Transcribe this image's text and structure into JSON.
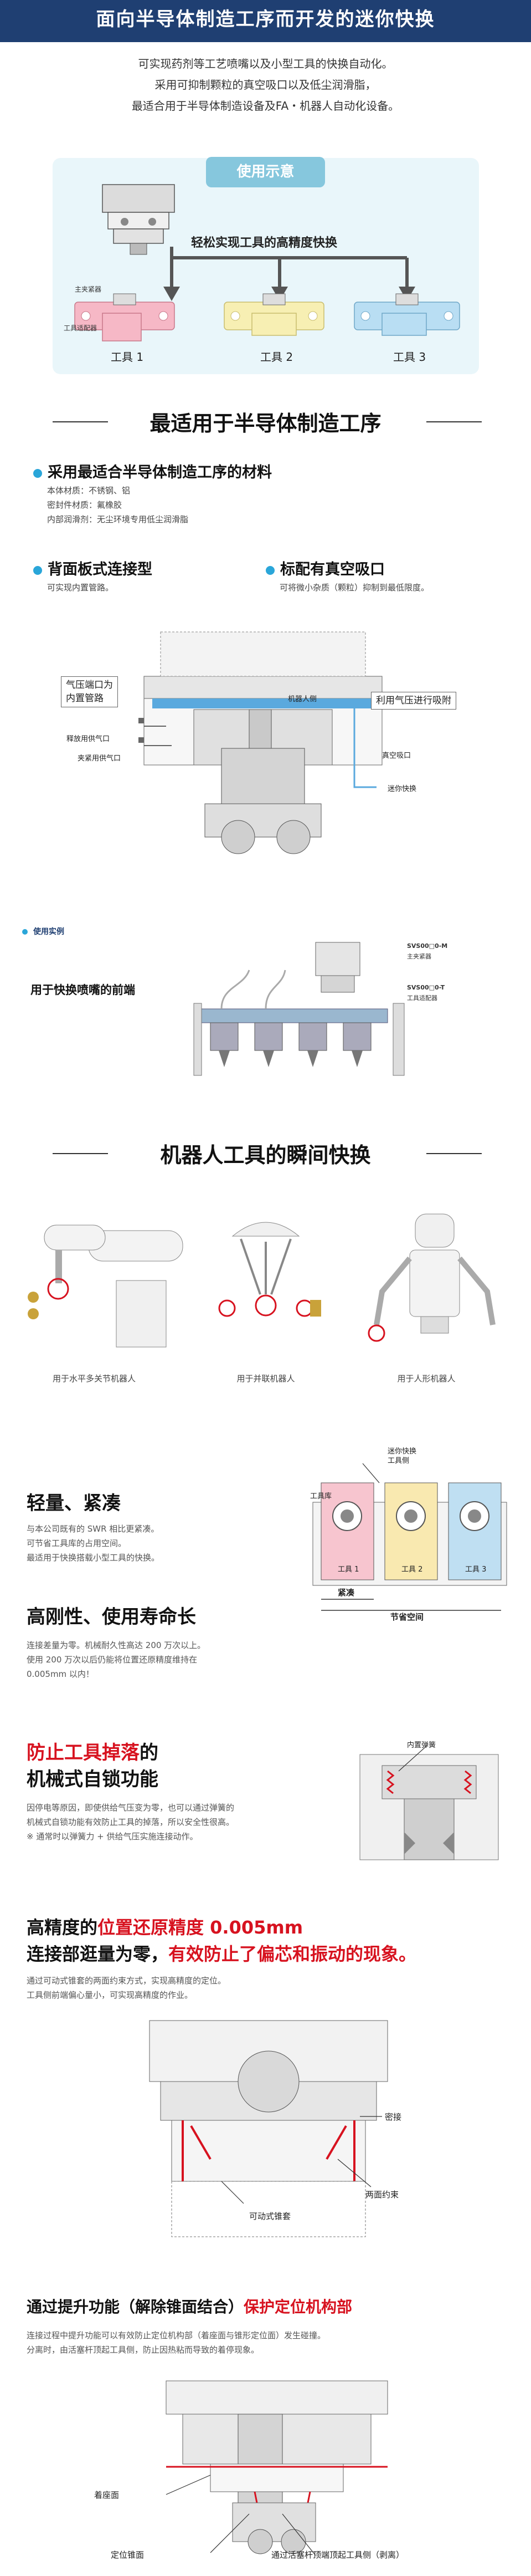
{
  "header": {
    "title": "面向半导体制造工序而开发的迷你快换"
  },
  "intro": {
    "lines": [
      "可实现药剂等工艺喷嘴以及小型工具的快换自动化。",
      "采用可抑制颗粒的真空吸口以及低尘润滑脂，",
      "最适合用于半导体制造设备及FA・机器人自动化设备。"
    ]
  },
  "demo": {
    "tab": "使用示意",
    "arrow_text": "轻松实现工具的高精度快换",
    "master_label": "主夹紧器",
    "tool_adapter_label": "工具适配器",
    "tools": [
      "工具 1",
      "工具 2",
      "工具 3"
    ],
    "tool_colors": [
      "#f6b8c6",
      "#f7efb3",
      "#b9def3"
    ]
  },
  "section1": {
    "title": "最适用于半导体制造工序",
    "materials": {
      "heading": "采用最适合半导体制造工序的材料",
      "lines": [
        "本体材质：不锈钢、铝",
        "密封件材质：氟橡胶",
        "内部润滑剂：无尘环境专用低尘润滑脂"
      ]
    },
    "back_plate": {
      "heading": "背面板式连接型",
      "desc": "可实现内置管路。"
    },
    "vacuum": {
      "heading": "标配有真空吸口",
      "desc": "可将微小杂质（颗粒）抑制到最低限度。"
    },
    "diagram": {
      "callout_left": [
        "气压端口为",
        "内置管路"
      ],
      "callout_right": "利用气压进行吸附",
      "robot_side": "机器人侧",
      "release_air": "释放用供气口",
      "clamp_air": "夹紧用供气口",
      "vacuum_port": "真空吸口",
      "mini_changer": "迷你快换"
    },
    "example": {
      "badge": "使用实例",
      "caption": "用于快换喷嘴的前端",
      "model_master": "SVS00□0-M",
      "model_master_sub": "主夹紧器",
      "model_tool": "SVS00□0-T",
      "model_tool_sub": "工具适配器"
    }
  },
  "section2": {
    "title": "机器人工具的瞬间快换",
    "robots": [
      "用于水平多关节机器人",
      "用于并联机器人",
      "用于人形机器人"
    ]
  },
  "features": {
    "light": {
      "heading": "轻量、紧凑",
      "lines": [
        "与本公司既有的 SWR 相比更紧凑。",
        "可节省工具库的占用空间。",
        "最适用于快换搭载小型工具的快换。"
      ]
    },
    "toolrack": {
      "label_top": [
        "迷你快换",
        "工具侧"
      ],
      "label_rack": "工具库",
      "tools": [
        "工具 1",
        "工具 2",
        "工具 3"
      ],
      "tight": "紧凑",
      "saving": "节省空间"
    },
    "rigid": {
      "heading": "高刚性、使用寿命长",
      "lines": [
        "连接差量为零。机械耐久性高达 200 万次以上。",
        "使用 200 万次以后仍能将位置还原精度维持在",
        "0.005mm 以内！"
      ]
    },
    "antidrop": {
      "heading_red": "防止工具掉落",
      "heading_red_suffix": "的",
      "heading_line2": "机械式自锁功能",
      "lines": [
        "因停电等原因，即使供给气压变为零，也可以通过弹簧的",
        "机械式自锁功能有效防止工具的掉落，所以安全性很高。",
        "※ 通常时以弹簧力 + 供给气压实施连接动作。"
      ],
      "spring_label": "内置弹簧"
    },
    "precision": {
      "line1_prefix": "高精度的",
      "line1_red": "位置还原精度 0.005mm",
      "line2_prefix": "连接部逛量为零，",
      "line2_red": "有效防止了偏芯和振动的现象。",
      "lines": [
        "通过可动式锥套的两面约束方式，实现高精度的定位。",
        "工具侧前端偏心量小，可实现高精度的作业。"
      ],
      "label_tight": "密接",
      "label_two_face": "两面约束",
      "label_cone": "可动式锥套"
    },
    "lift": {
      "heading_prefix": "通过提升功能（解除锥面结合）",
      "heading_red": "保护定位机构部",
      "lines": [
        "连接过程中提升功能可以有效防止定位机构部（着座面与锥形定位面）发生碰撞。",
        "分离时，由活塞杆顶起工具侧，防止因热粘而导致的着停现象。"
      ],
      "label_seat": "着座面",
      "label_cone": "定位锥面",
      "label_piston": "通过活塞杆顶端顶起工具侧（剥离）"
    }
  }
}
